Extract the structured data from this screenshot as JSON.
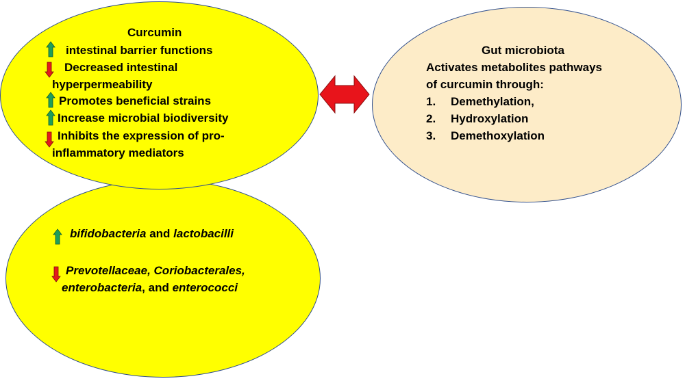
{
  "colors": {
    "yellow_ellipse": "#ffff00",
    "beige_ellipse": "#fdecc8",
    "ellipse_border": "#2f4e8c",
    "up_arrow": "#1e9e5a",
    "down_arrow": "#e41b1b",
    "double_arrow": "#e8141b"
  },
  "curcumin": {
    "title": "Curcumin",
    "items": [
      {
        "arrow": "up",
        "text": "intestinal barrier functions"
      },
      {
        "arrow": "down",
        "text": "Decreased intestinal",
        "text2": "hyperpermeability"
      },
      {
        "arrow": "up",
        "text": "Promotes beneficial strains"
      },
      {
        "arrow": "up",
        "text": "Increase microbial biodiversity"
      },
      {
        "arrow": "down",
        "text": "Inhibits the expression of pro-",
        "text2": "inflammatory mediators"
      }
    ]
  },
  "gut": {
    "title": "Gut microbiota",
    "line1": "Activates metabolites pathways",
    "line2": "of curcumin through:",
    "steps": [
      {
        "num": "1.",
        "text": "Demethylation,"
      },
      {
        "num": "2.",
        "text": "Hydroxylation"
      },
      {
        "num": "3.",
        "text": "Demethoxylation"
      }
    ]
  },
  "bacteria": {
    "up": {
      "a": "bifidobacteria",
      "and": " and ",
      "b": "lactobacilli"
    },
    "down": {
      "line1": "Prevotellaceae, Coriobacterales,",
      "line2a": "enterobacteria",
      "line2b": ", and ",
      "line2c": "enterococci"
    }
  }
}
